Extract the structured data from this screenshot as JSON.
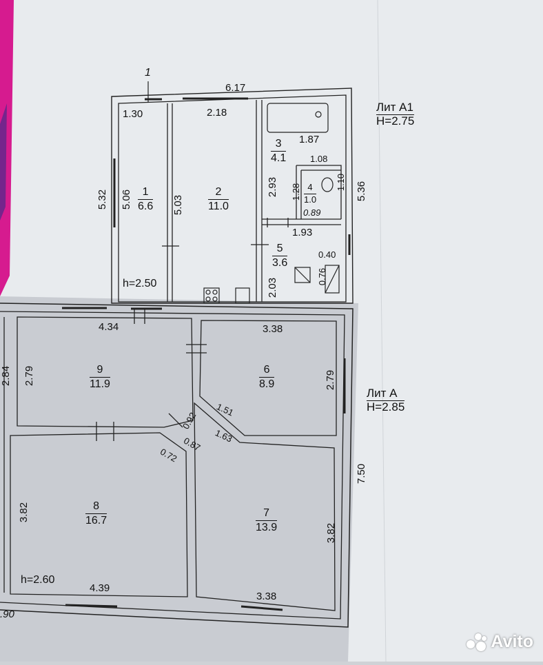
{
  "colors": {
    "paper": "#e9ecee",
    "shadow": "#bfc3c8",
    "magenta": "#d61b8f",
    "ink": "#111111"
  },
  "plan": {
    "section_marker": "1",
    "top_total": "6.17",
    "lit_a1": {
      "title": "Лит А1",
      "height": "Н=2.75"
    },
    "lit_a": {
      "title": "Лит А",
      "height": "Н=2.85"
    },
    "h_upper": "h=2.50",
    "h_lower": "h=2.60",
    "rooms": {
      "r1": {
        "num": "1",
        "area": "6.6"
      },
      "r2": {
        "num": "2",
        "area": "11.0"
      },
      "r3": {
        "num": "3",
        "area": "4.1"
      },
      "r4": {
        "num": "4",
        "area": "1.0"
      },
      "r5": {
        "num": "5",
        "area": "3.6"
      },
      "r6": {
        "num": "6",
        "area": "8.9"
      },
      "r7": {
        "num": "7",
        "area": "13.9"
      },
      "r8": {
        "num": "8",
        "area": "16.7"
      },
      "r9": {
        "num": "9",
        "area": "11.9"
      }
    },
    "dims": {
      "d_130": "1.30",
      "d_218": "2.18",
      "d_532": "5.32",
      "d_506": "5.06",
      "d_503": "5.03",
      "d_187": "1.87",
      "d_108": "1.08",
      "d_293": "2.93",
      "d_128": "1.28",
      "d_110": "1.10",
      "d_089": "0.89",
      "d_193": "1.93",
      "d_536": "5.36",
      "d_040": "0.40",
      "d_076": "0.76",
      "d_203": "2.03",
      "d_434": "4.34",
      "d_338a": "3.38",
      "d_284": "2.84",
      "d_279a": "2.79",
      "d_279b": "2.79",
      "d_151": "1.51",
      "d_092": "0.92",
      "d_087": "0.87",
      "d_163": "1.63",
      "d_072": "0.72",
      "d_750": "7.50",
      "d_382a": "3.82",
      "d_382b": "3.82",
      "d_439": "4.39",
      "d_338b": "3.38",
      "d_90": ".90"
    }
  },
  "watermark": {
    "text": "Avito"
  }
}
